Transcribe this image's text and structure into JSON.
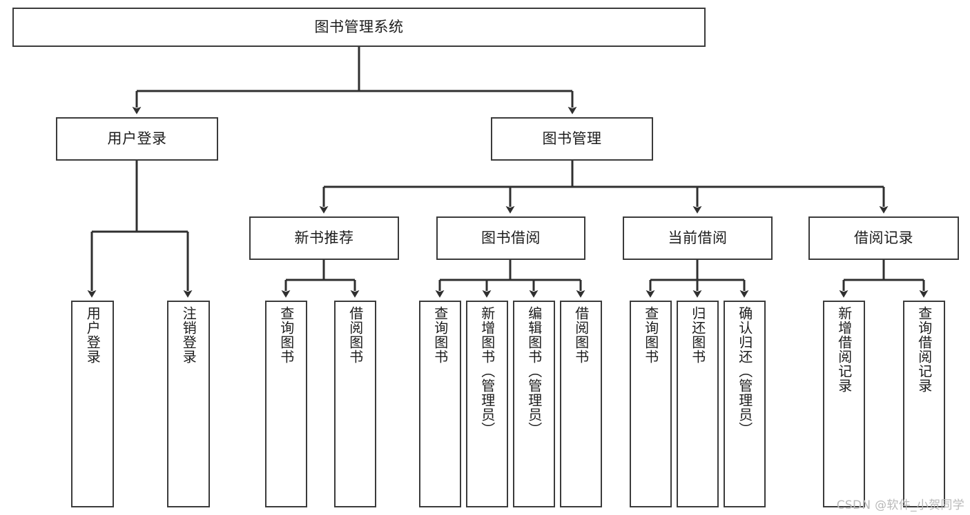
{
  "diagram": {
    "title": "图书管理系统",
    "type": "tree",
    "watermark": "CSDN @软件_小贺同学",
    "colors": {
      "box_border": "#3a3a3a",
      "box_fill": "#ffffff",
      "connector": "#2f2f2f",
      "text": "#1c1c1c",
      "watermark": "#b9b9b9",
      "background": "#ffffff"
    },
    "nodes": {
      "root": {
        "label": "图书管理系统",
        "level": 1
      },
      "l2": [
        {
          "id": "user-login",
          "label": "用户登录",
          "level": 2
        },
        {
          "id": "book-manage",
          "label": "图书管理",
          "level": 2
        }
      ],
      "l3": [
        {
          "id": "new-book-rec",
          "label": "新书推荐",
          "level": 3,
          "parent": "book-manage"
        },
        {
          "id": "book-borrow",
          "label": "图书借阅",
          "level": 3,
          "parent": "book-manage"
        },
        {
          "id": "current-borrow",
          "label": "当前借阅",
          "level": 3,
          "parent": "book-manage"
        },
        {
          "id": "borrow-record",
          "label": "借阅记录",
          "level": 3,
          "parent": "book-manage"
        }
      ],
      "leaves": [
        {
          "id": "leaf-user-login",
          "label": "用户登录",
          "parent": "user-login"
        },
        {
          "id": "leaf-logout",
          "label": "注销登录",
          "parent": "user-login"
        },
        {
          "id": "leaf-query-book-1",
          "label": "查询图书",
          "parent": "new-book-rec"
        },
        {
          "id": "leaf-borrow-book-1",
          "label": "借阅图书",
          "parent": "new-book-rec"
        },
        {
          "id": "leaf-query-book-2",
          "label": "查询图书",
          "parent": "book-borrow"
        },
        {
          "id": "leaf-add-book",
          "label": "新增图书（管理员）",
          "parent": "book-borrow"
        },
        {
          "id": "leaf-edit-book",
          "label": "编辑图书（管理员）",
          "parent": "book-borrow"
        },
        {
          "id": "leaf-borrow-book-2",
          "label": "借阅图书",
          "parent": "book-borrow"
        },
        {
          "id": "leaf-query-book-3",
          "label": "查询图书",
          "parent": "current-borrow"
        },
        {
          "id": "leaf-return-book",
          "label": "归还图书",
          "parent": "current-borrow"
        },
        {
          "id": "leaf-confirm-return",
          "label": "确认归还（管理员）",
          "parent": "current-borrow"
        },
        {
          "id": "leaf-add-record",
          "label": "新增借阅记录",
          "parent": "borrow-record"
        },
        {
          "id": "leaf-query-record",
          "label": "查询借阅记录",
          "parent": "borrow-record"
        }
      ]
    }
  }
}
